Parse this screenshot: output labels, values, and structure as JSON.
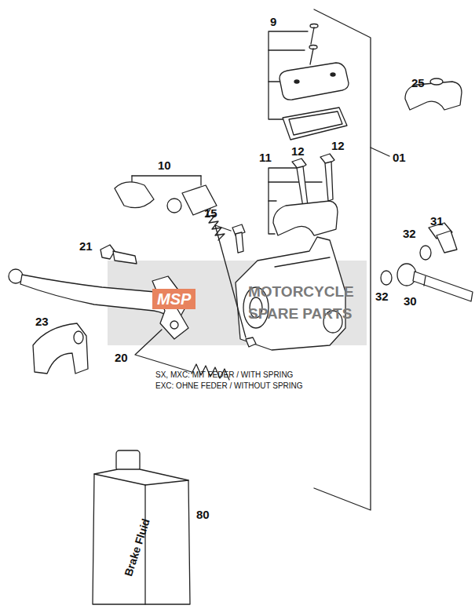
{
  "diagram": {
    "labels": [
      "9",
      "25",
      "10",
      "11",
      "12",
      "12",
      "01",
      "15",
      "21",
      "31",
      "32",
      "32",
      "30",
      "23",
      "20",
      "MSP",
      "MOTORCYCLE",
      "SPARE PARTS",
      "SX, MXC: MIT FEDER / WITH SPRING",
      "EXC: OHNE FEDER / WITHOUT SPRING",
      "80",
      "Brake Fluid"
    ]
  }
}
